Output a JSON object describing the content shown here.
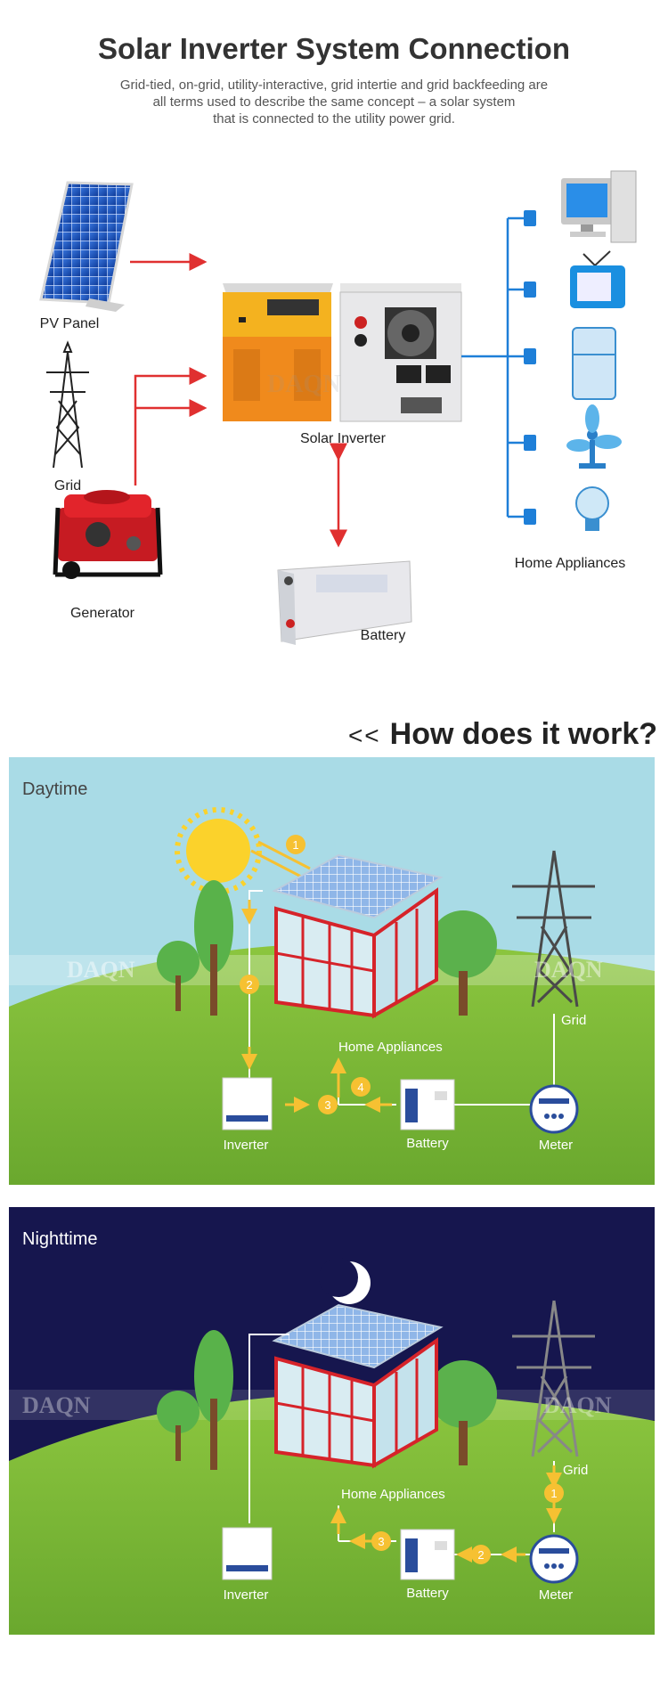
{
  "header": {
    "title": "Solar Inverter System Connection",
    "subtitle_lines": [
      "Grid-tied, on-grid, utility-interactive, grid intertie and grid backfeeding are",
      "all terms used to describe the same concept – a solar system",
      "that is connected to the utility power grid."
    ]
  },
  "connection_diagram": {
    "pv_panel": "PV Panel",
    "grid": "Grid",
    "generator": "Generator",
    "inverter": "Solar Inverter",
    "battery": "Battery",
    "appliances": "Home Appliances",
    "wire_color_ac": "#e03030",
    "wire_color_out": "#1e7fd8"
  },
  "how_heading": {
    "prefix": "<<",
    "text": "How does it work?"
  },
  "daytime": {
    "label": "Daytime",
    "home_appliances": "Home Appliances",
    "inverter": "Inverter",
    "battery": "Battery",
    "meter": "Meter",
    "grid": "Grid",
    "steps": [
      "1",
      "2",
      "3",
      "4"
    ],
    "sky_color": "#a9dbe6",
    "ground_color": "#8cc63f"
  },
  "nighttime": {
    "label": "Nighttime",
    "home_appliances": "Home Appliances",
    "inverter": "Inverter",
    "battery": "Battery",
    "meter": "Meter",
    "grid": "Grid",
    "steps": [
      "1",
      "2",
      "3"
    ],
    "sky_color": "#16164e",
    "ground_color": "#8cc63f"
  },
  "watermark": "DAQN",
  "colors": {
    "step_badge": "#f6c132",
    "flow_arrow": "#f6c132",
    "building_frame": "#d6232a"
  }
}
